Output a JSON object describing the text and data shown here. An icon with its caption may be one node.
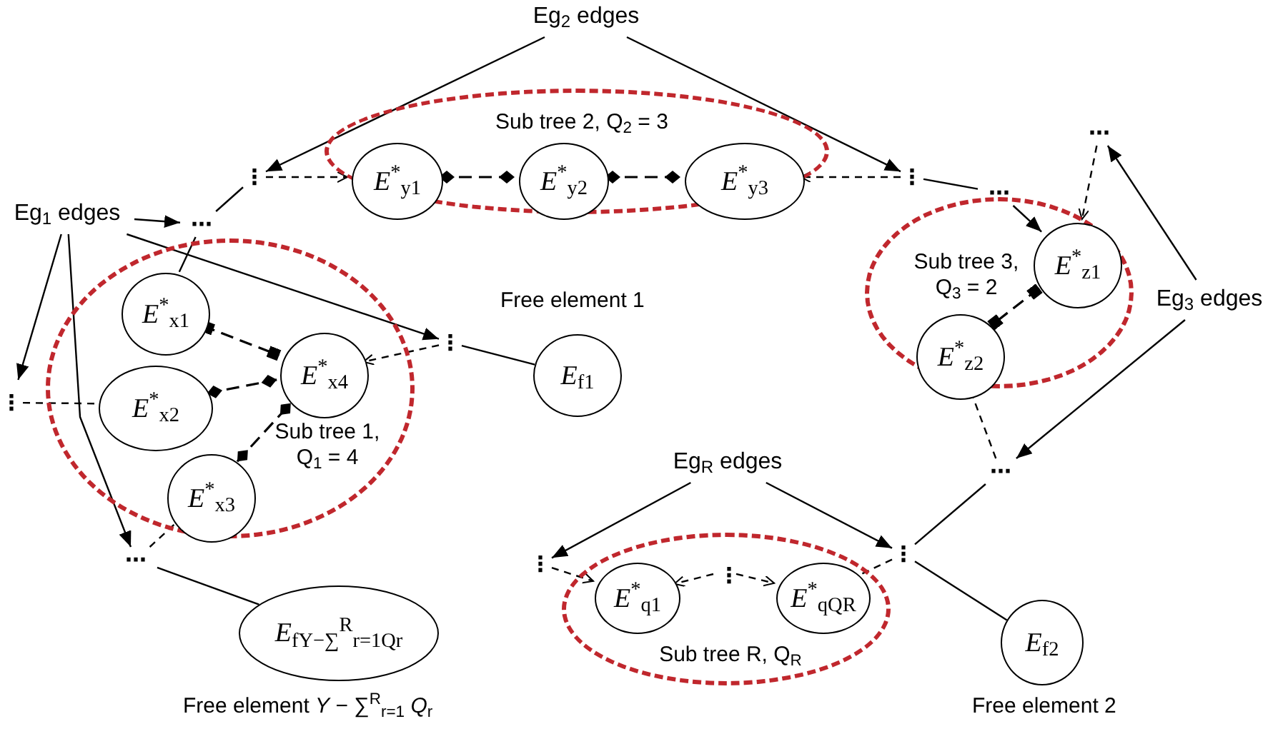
{
  "diagram": {
    "nodes": [
      {
        "text": [
          "Sub tree 1, Q$_{1}$ = 4"
        ]
      },
      {
        "text": [
          "*E*$^{*}$$_{x1}$"
        ],
        "in": 0
      },
      {
        "text": [
          "*E*$^{*}$$_{x2}$"
        ],
        "in": 0
      },
      {
        "text": [
          "*E*$^{*}$$_{x3}$"
        ],
        "in": 0
      },
      {
        "text": [
          "*E*$^{*}$$_{x4}$"
        ],
        "in": 0
      },
      {
        "text": [
          "Sub tree 2, Q$_{2}$ = 3"
        ]
      },
      {
        "text": [
          "*E*$^{*}$$_{y1}$"
        ],
        "in": 5
      },
      {
        "text": [
          "*E*$^{*}$$_{y2}$"
        ],
        "in": 5
      },
      {
        "text": [
          "*E*$^{*}$$_{y3}$"
        ],
        "in": 5
      },
      {
        "text": [
          "Sub tree 3, Q$_{3}$ = 2"
        ]
      },
      {
        "text": [
          "*E*$^{*}$$_{z1}$"
        ],
        "in": 9
      },
      {
        "text": [
          "*E*$^{*}$$_{z2}$"
        ],
        "in": 9
      },
      {
        "text": [
          "Sub tree R, Q$_{R}$"
        ]
      },
      {
        "text": [
          "*E*$^{*}$$_{q1}$"
        ],
        "in": 12
      },
      {
        "text": [
          "*E*$^{*}$$_{qQR}$"
        ],
        "in": 12
      },
      {
        "text": [
          "*E*$_{f1}$"
        ],
        "beside": [
          "Free element 1"
        ]
      },
      {
        "text": [
          "*E*$_{f2}$"
        ],
        "beside": [
          "Free element 2"
        ]
      },
      {
        "text": [
          "*E*$_{f}$$_{Y−∑}$$^{R}$$_{r=1}$$_{Qr}$"
        ],
        "beside": [
          "Free element *Y* − ∑$^{R}$$_{r=1}$ *Q*$_{r}$"
        ]
      },
      {
        "text": [
          "Eg$_{1}$ edges"
        ]
      },
      {
        "text": [
          "Eg$_{2}$ edges"
        ]
      },
      {
        "text": [
          "Eg$_{3}$ edges"
        ]
      },
      {
        "text": [
          "Eg$_{R}$ edges"
        ]
      },
      {
        "text": [
          "⋮"
        ]
      },
      {
        "text": [
          "⋮"
        ]
      },
      {
        "text": [
          "⋯"
        ]
      },
      {
        "text": [
          "⋮"
        ]
      },
      {
        "text": [
          "⋮"
        ]
      },
      {
        "text": [
          "⋯"
        ]
      },
      {
        "text": [
          "⋯"
        ]
      },
      {
        "text": [
          "⋯"
        ]
      },
      {
        "text": [
          "⋮"
        ]
      },
      {
        "text": [
          "⋮"
        ]
      },
      {
        "text": [
          "⋮"
        ],
        "in": 12
      },
      {
        "text": [
          "⋯"
        ]
      }
    ],
    "edges": [
      {
        "from": 18,
        "to": 24,
        "arrow": "to"
      },
      {
        "from": 18,
        "to": 25,
        "arrow": "to"
      },
      {
        "from": 18,
        "to": 26,
        "arrow": "to"
      },
      {
        "from": 18,
        "to": 27,
        "arrow": "to"
      },
      {
        "from": 19,
        "to": 22,
        "arrow": "to"
      },
      {
        "from": 19,
        "to": 23,
        "arrow": "to"
      },
      {
        "from": 20,
        "to": 33,
        "arrow": "to"
      },
      {
        "from": 20,
        "to": 29,
        "arrow": "to"
      },
      {
        "from": 21,
        "to": 30,
        "arrow": "to"
      },
      {
        "from": 21,
        "to": 31,
        "arrow": "to"
      },
      {
        "from": 1,
        "to": 4,
        "arrow": "other",
        "style": "dashed"
      },
      {
        "from": 2,
        "to": 4,
        "arrow": "other",
        "style": "dashed"
      },
      {
        "from": 3,
        "to": 4,
        "arrow": "other",
        "style": "dashed"
      },
      {
        "from": 6,
        "to": 7,
        "arrow": "other",
        "style": "dashed"
      },
      {
        "from": 7,
        "to": 8,
        "arrow": "other",
        "style": "dashed"
      },
      {
        "from": 10,
        "to": 11,
        "arrow": "other",
        "style": "dashed"
      },
      {
        "from": 22,
        "to": 6,
        "arrow": "to",
        "style": "dashed"
      },
      {
        "from": 23,
        "to": 8,
        "arrow": "to",
        "style": "dashed"
      },
      {
        "from": 25,
        "to": 4,
        "arrow": "to",
        "style": "dashed"
      },
      {
        "from": 26,
        "to": 2,
        "arrow": "none",
        "style": "dashed"
      },
      {
        "from": 27,
        "to": 3,
        "arrow": "none",
        "style": "dashed"
      },
      {
        "from": 24,
        "to": 1,
        "arrow": "none"
      },
      {
        "from": 24,
        "to": 22,
        "arrow": "none"
      },
      {
        "from": 28,
        "to": 10,
        "arrow": "to"
      },
      {
        "from": 23,
        "to": 28,
        "arrow": "none"
      },
      {
        "from": 29,
        "to": 11,
        "arrow": "none",
        "style": "dashed"
      },
      {
        "from": 29,
        "to": 31,
        "arrow": "none"
      },
      {
        "from": 30,
        "to": 13,
        "arrow": "to",
        "style": "dashed"
      },
      {
        "from": 32,
        "to": 13,
        "arrow": "to",
        "style": "dashed"
      },
      {
        "from": 32,
        "to": 14,
        "arrow": "to",
        "style": "dashed"
      },
      {
        "from": 31,
        "to": 14,
        "arrow": "none",
        "style": "dashed"
      },
      {
        "from": 25,
        "to": 15,
        "arrow": "none"
      },
      {
        "from": 31,
        "to": 16,
        "arrow": "none"
      },
      {
        "from": 27,
        "to": 17,
        "arrow": "none"
      },
      {
        "from": 33,
        "to": 10,
        "arrow": "to",
        "style": "dashed"
      }
    ]
  }
}
